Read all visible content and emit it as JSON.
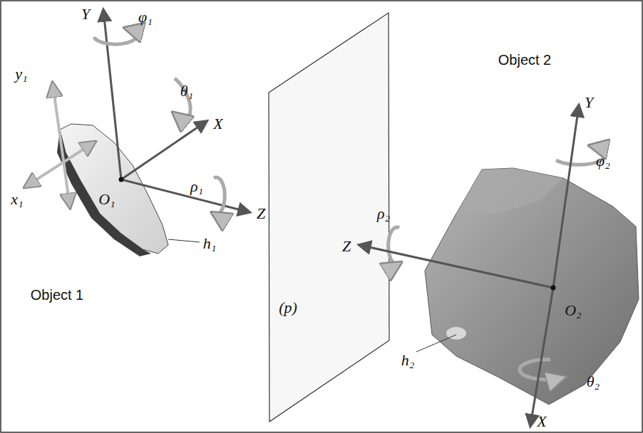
{
  "diagram": {
    "labels": [
      "Y",
      "φ₁",
      "y₁",
      "θ₁",
      "X",
      "ρ₁",
      "x₁",
      "O₁",
      "Z",
      "h₁",
      "Object 1",
      "(p)",
      "Object 2",
      "Y",
      "φ₂",
      "Z",
      "ρ₂",
      "O₂",
      "h₂",
      "θ₂",
      "X"
    ]
  }
}
